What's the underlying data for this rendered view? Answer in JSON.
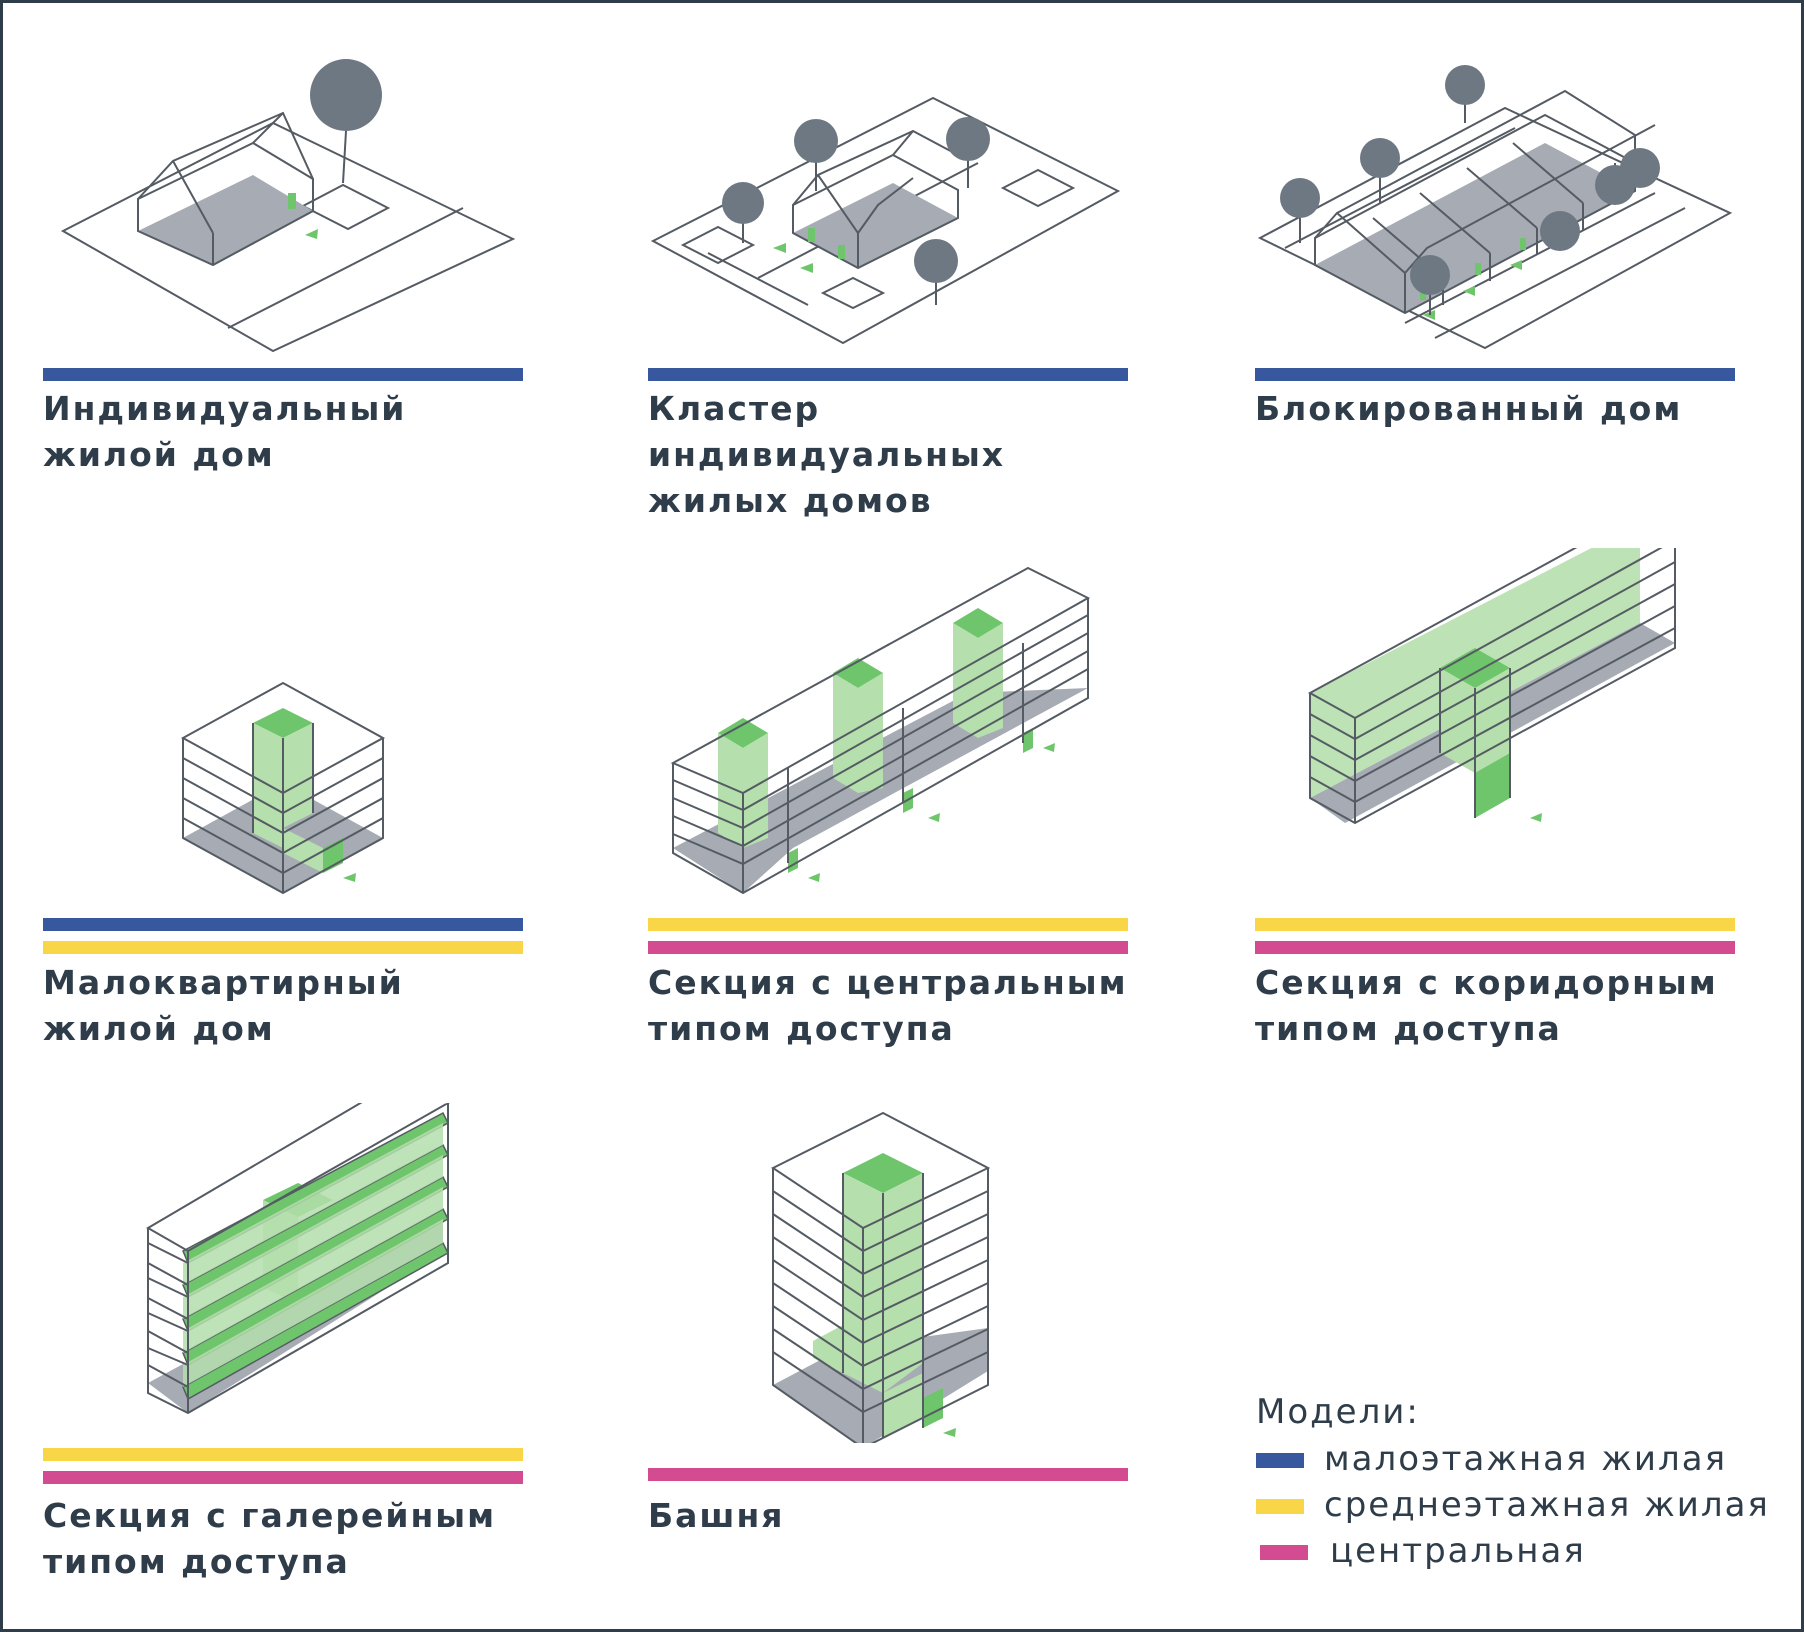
{
  "colors": {
    "low_rise": "#37589f",
    "mid_rise": "#f9d648",
    "central": "#d34b90",
    "access_core": "#6fc56b",
    "access_core_light": "#b5dfad",
    "ground": "#a6abb4",
    "tree": "#6e7883",
    "outline": "#555b63",
    "text": "#2f3d4a"
  },
  "types": [
    {
      "title": "Индивидуальный\nжилой дом",
      "icon": "individual-house-icon",
      "models": [
        "low_rise"
      ]
    },
    {
      "title": "Кластер\nиндивидуальных\nжилых домов",
      "icon": "house-cluster-icon",
      "models": [
        "low_rise"
      ]
    },
    {
      "title": "Блокированный дом",
      "icon": "row-house-icon",
      "models": [
        "low_rise"
      ]
    },
    {
      "title": "Малоквартирный\nжилой дом",
      "icon": "small-apartment-building-icon",
      "models": [
        "low_rise",
        "mid_rise"
      ]
    },
    {
      "title": "Секция с центральным\nтипом доступа",
      "icon": "central-access-section-icon",
      "models": [
        "mid_rise",
        "central"
      ]
    },
    {
      "title": "Секция с коридорным\nтипом доступа",
      "icon": "corridor-access-section-icon",
      "models": [
        "mid_rise",
        "central"
      ]
    },
    {
      "title": "Секция с галерейным\nтипом доступа",
      "icon": "gallery-access-section-icon",
      "models": [
        "mid_rise",
        "central"
      ]
    },
    {
      "title": "Башня",
      "icon": "tower-icon",
      "models": [
        "central"
      ]
    }
  ],
  "legend": {
    "title": "Модели:",
    "items": [
      {
        "key": "low_rise",
        "label": "малоэтажная жилая"
      },
      {
        "key": "mid_rise",
        "label": "среднеэтажная жилая"
      },
      {
        "key": "central",
        "label": "центральная"
      }
    ]
  }
}
